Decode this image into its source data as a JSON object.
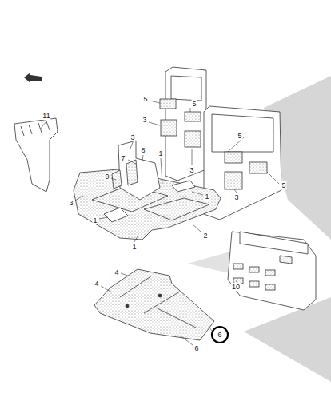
{
  "diagram": {
    "labels": [
      "11",
      "5",
      "5",
      "3",
      "3",
      "5",
      "5",
      "3",
      "3",
      "8",
      "7",
      "1",
      "9",
      "3",
      "1",
      "1",
      "2",
      "1",
      "10",
      "4",
      "4",
      "6",
      "6"
    ]
  }
}
